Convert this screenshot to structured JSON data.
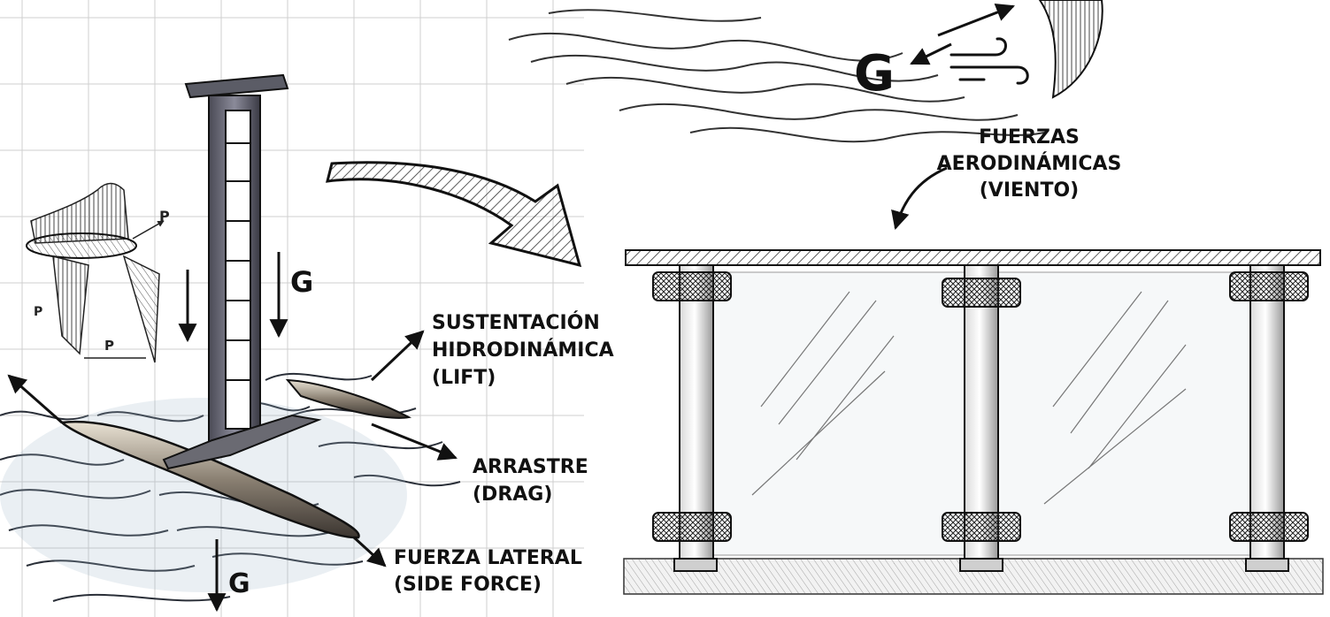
{
  "left_diagram": {
    "gravity_mast": "G",
    "gravity_bottom": "G",
    "pressure_labels": [
      "P",
      "P",
      "P"
    ],
    "lift_lines": [
      "SUSTENTACIÓN",
      "HIDRODINÁMICA",
      "(LIFT)"
    ],
    "drag_lines": [
      "ARRASTRE",
      "(DRAG)"
    ],
    "side_lines": [
      "FUERZA LATERAL",
      "(SIDE FORCE)"
    ]
  },
  "right_diagram": {
    "gravity": "G",
    "wind_lines": [
      "FUERZAS",
      "AERODINÁMICAS",
      "(VIENTO)"
    ]
  }
}
